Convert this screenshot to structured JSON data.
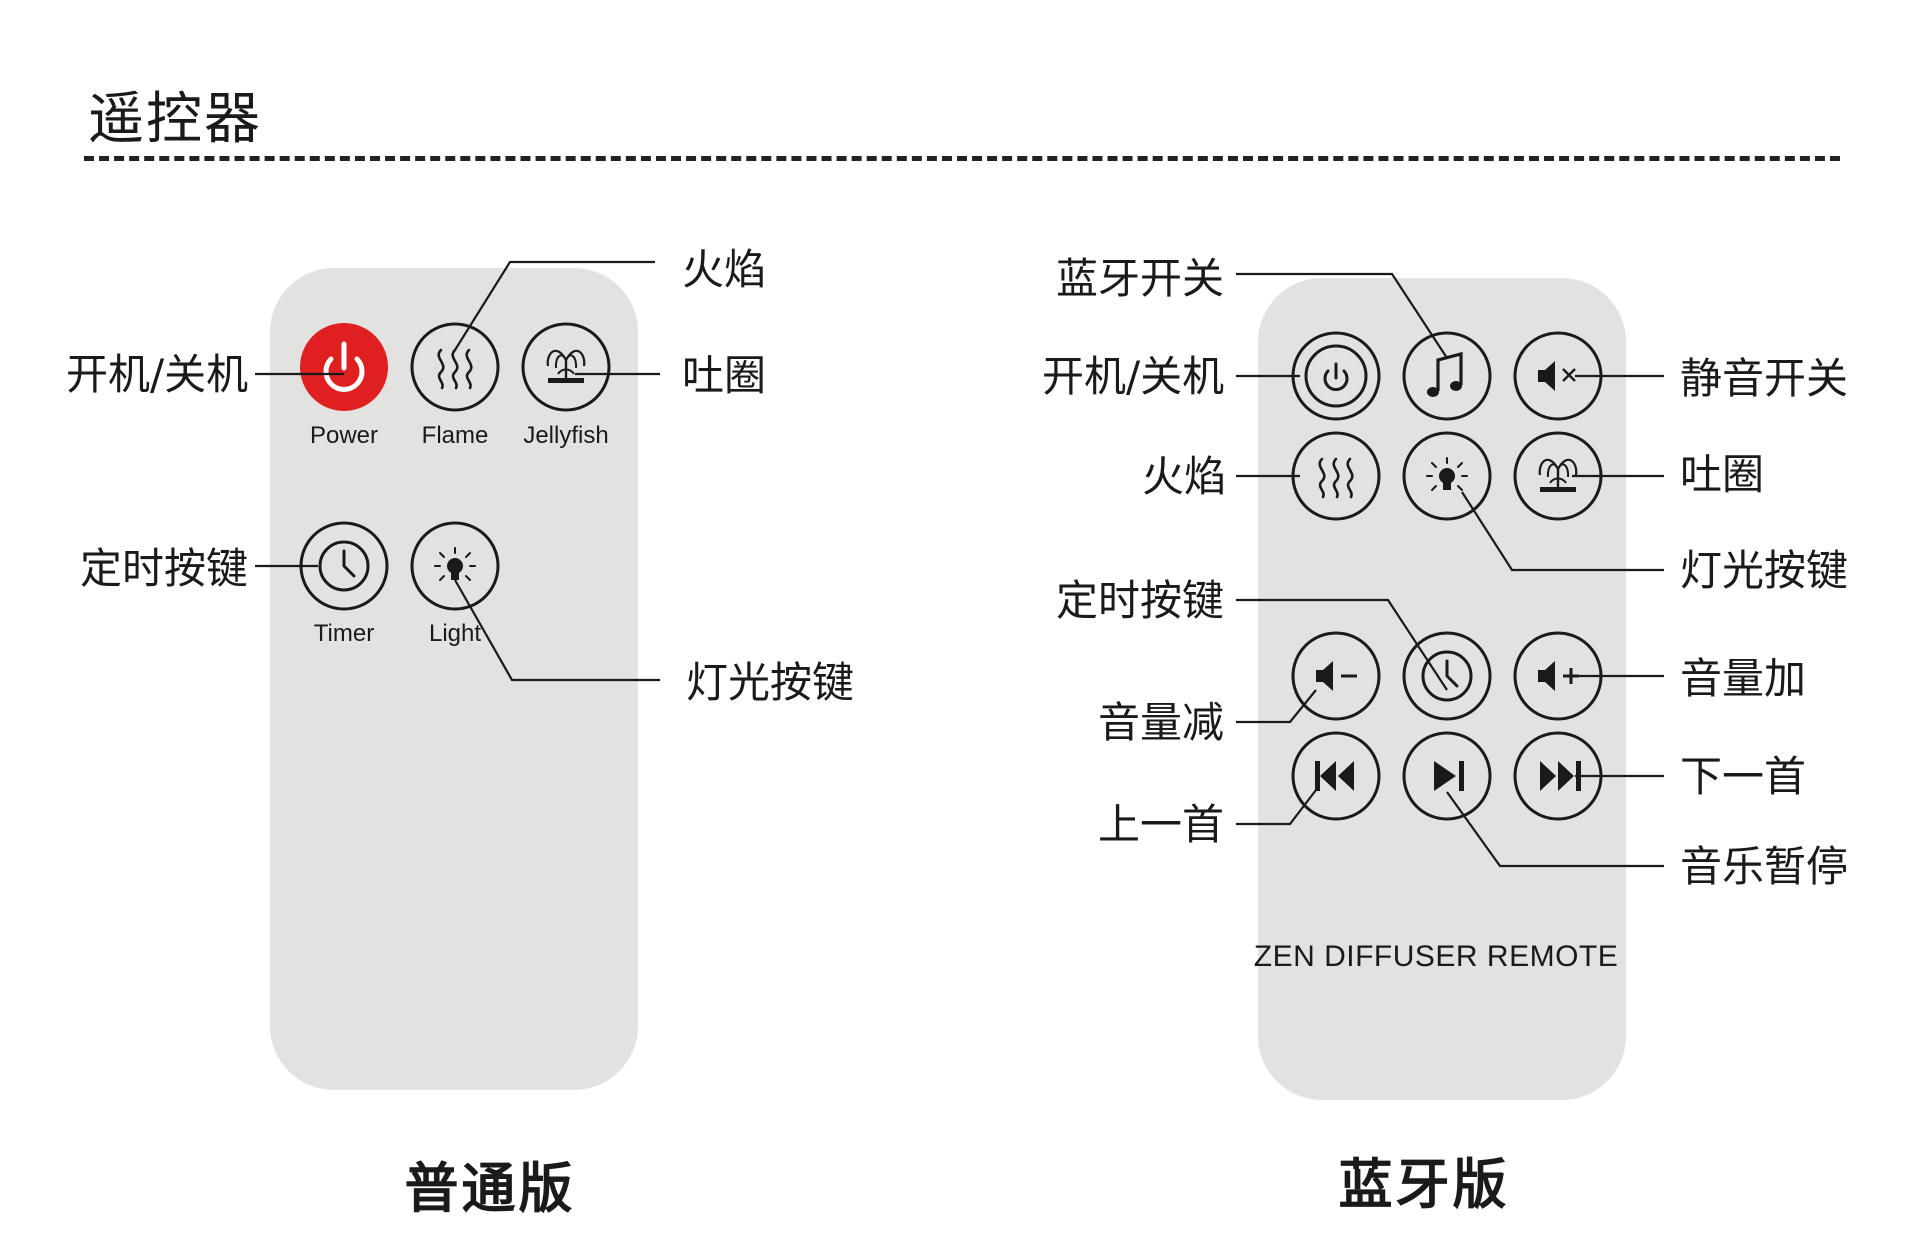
{
  "title": "遥控器",
  "colors": {
    "remote_body": "#e2e2e0",
    "power_red": "#e02020",
    "ink": "#1a1a1a"
  },
  "standard": {
    "version_label": "普通版",
    "buttons": {
      "power": {
        "caption": "Power",
        "icon": "power-icon"
      },
      "flame": {
        "caption": "Flame",
        "icon": "flame-icon"
      },
      "jellyfish": {
        "caption": "Jellyfish",
        "icon": "fountain-icon"
      },
      "timer": {
        "caption": "Timer",
        "icon": "clock-icon"
      },
      "light": {
        "caption": "Light",
        "icon": "bulb-icon"
      }
    },
    "callouts": {
      "flame": "火焰",
      "power": "开机/关机",
      "jellyfish": "吐圈",
      "timer": "定时按键",
      "light": "灯光按键"
    }
  },
  "bluetooth": {
    "version_label": "蓝牙版",
    "brand": "ZEN DIFFUSER REMOTE",
    "buttons": [
      "power-icon",
      "music-note-icon",
      "mute-icon",
      "flame-icon",
      "bulb-icon",
      "fountain-icon",
      "volume-down-icon",
      "clock-icon",
      "volume-up-icon",
      "previous-track-icon",
      "play-pause-icon",
      "next-track-icon"
    ],
    "callouts": {
      "bluetooth_switch": "蓝牙开关",
      "power": "开机/关机",
      "mute": "静音开关",
      "flame": "火焰",
      "jellyfish": "吐圈",
      "light": "灯光按键",
      "timer": "定时按键",
      "volume_up": "音量加",
      "volume_down": "音量减",
      "next": "下一首",
      "previous": "上一首",
      "play_pause": "音乐暂停"
    }
  }
}
